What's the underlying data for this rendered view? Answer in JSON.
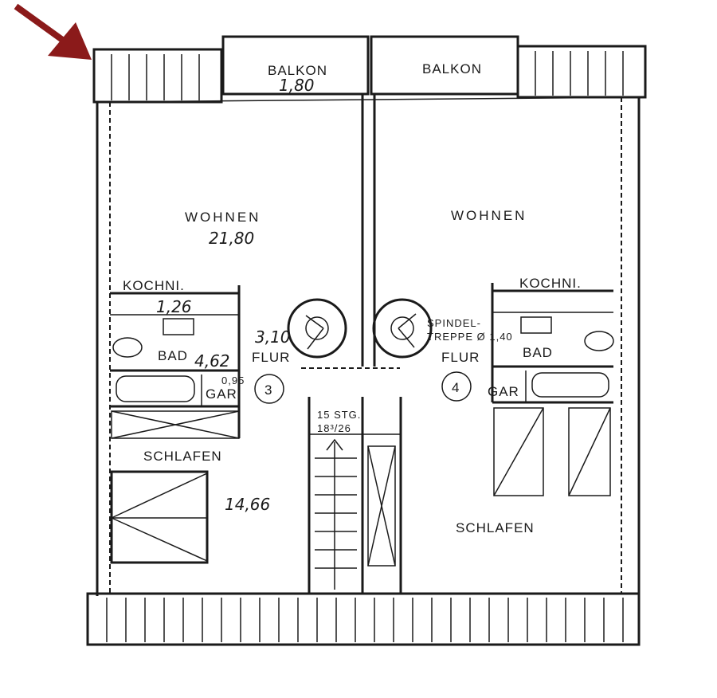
{
  "labels": {
    "balkon_left": "BALKON",
    "balkon_left_area": "1,80",
    "balkon_right": "BALKON",
    "wohnen_left": "WOHNEN",
    "wohnen_left_area": "21,80",
    "wohnen_right": "WOHNEN",
    "kochni_left": "KOCHNI.",
    "kochni_left_area": "1,26",
    "kochni_right": "KOCHNI.",
    "bad_left": "BAD",
    "bad_left_area": "4,62",
    "bad_right": "BAD",
    "flur_left_area": "3,10",
    "flur_left": "FLUR",
    "flur_right": "FLUR",
    "spindel_line1": "SPINDEL-",
    "spindel_line2": "TREPPE Ø 1,40",
    "gar_left_area": "0,95",
    "gar_left": "GAR.",
    "gar_right": "GAR",
    "unit_left": "3",
    "unit_right": "4",
    "stairs_line1": "15 STG.",
    "stairs_line2": "18³/26",
    "schlafen_left": "SCHLAFEN",
    "schlafen_left_area": "14,66",
    "schlafen_right": "SCHLAFEN"
  },
  "colors": {
    "arrow": "#8b1a1a",
    "ink": "#1a1a1a"
  }
}
